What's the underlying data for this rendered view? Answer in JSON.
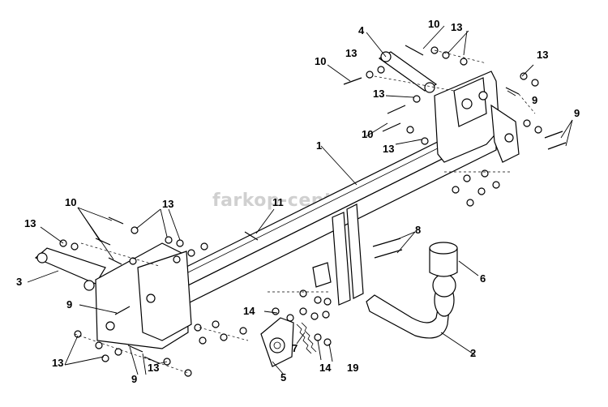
{
  "watermark": "farkop-center.ru",
  "callouts": [
    {
      "id": "c1",
      "text": "1"
    },
    {
      "id": "c2",
      "text": "2"
    },
    {
      "id": "c3",
      "text": "3"
    },
    {
      "id": "c4",
      "text": "4"
    },
    {
      "id": "c5",
      "text": "5"
    },
    {
      "id": "c6",
      "text": "6"
    },
    {
      "id": "c7",
      "text": "7"
    },
    {
      "id": "c8",
      "text": "8"
    },
    {
      "id": "c9a",
      "text": "9"
    },
    {
      "id": "c9b",
      "text": "9"
    },
    {
      "id": "c9c",
      "text": "9"
    },
    {
      "id": "c9d",
      "text": "9"
    },
    {
      "id": "c10a",
      "text": "10"
    },
    {
      "id": "c10b",
      "text": "10"
    },
    {
      "id": "c10c",
      "text": "10"
    },
    {
      "id": "c10d",
      "text": "10"
    },
    {
      "id": "c11",
      "text": "11"
    },
    {
      "id": "c13a",
      "text": "13"
    },
    {
      "id": "c13b",
      "text": "13"
    },
    {
      "id": "c13c",
      "text": "13"
    },
    {
      "id": "c13d",
      "text": "13"
    },
    {
      "id": "c13e",
      "text": "13"
    },
    {
      "id": "c13f",
      "text": "13"
    },
    {
      "id": "c13g",
      "text": "13"
    },
    {
      "id": "c13h",
      "text": "13"
    },
    {
      "id": "c13i",
      "text": "13"
    },
    {
      "id": "c14a",
      "text": "14"
    },
    {
      "id": "c14b",
      "text": "14"
    },
    {
      "id": "c19",
      "text": "19"
    }
  ]
}
